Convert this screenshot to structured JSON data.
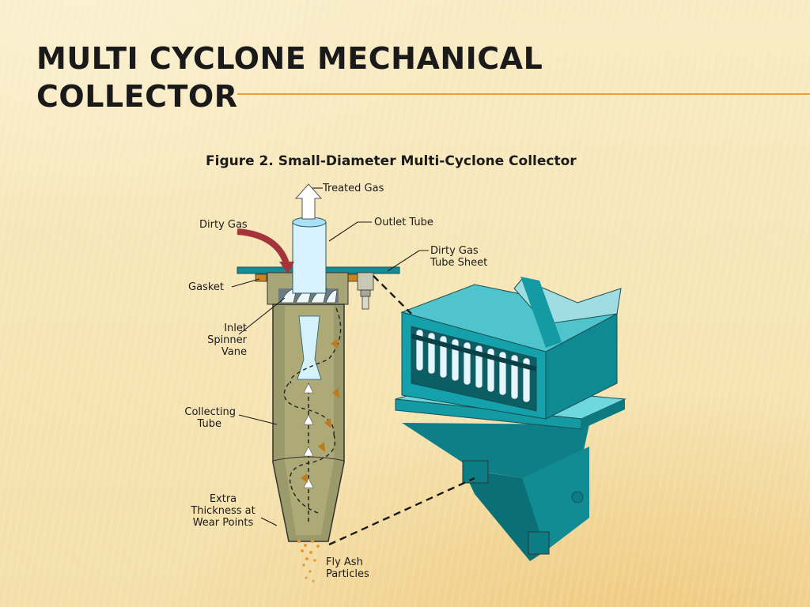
{
  "slide": {
    "title": "MULTI CYCLONE MECHANICAL COLLECTOR"
  },
  "figure": {
    "title": "Figure 2.   Small-Diameter Multi-Cyclone Collector",
    "labels": {
      "treated_gas": "Treated Gas",
      "outlet_tube": "Outlet Tube",
      "dirty_gas": "Dirty Gas",
      "tube_sheet_1": "Dirty Gas",
      "tube_sheet_2": "Tube Sheet",
      "gasket": "Gasket",
      "inlet_1": "Inlet",
      "inlet_2": "Spinner",
      "inlet_3": "Vane",
      "collecting_1": "Collecting",
      "collecting_2": "Tube",
      "extra_1": "Extra",
      "extra_2": "Thickness at",
      "extra_3": "Wear Points",
      "fly_ash_1": "Fly Ash",
      "fly_ash_2": "Particles"
    }
  },
  "colors": {
    "accent_rule": "#e0a248",
    "collecting_tube": "#9b9a6a",
    "housing_teal": "#14a1ab",
    "outlet_tube": "#d8f2ff",
    "dirty_gas_arrow": "#a3343a",
    "ash": "#e89a3c"
  }
}
